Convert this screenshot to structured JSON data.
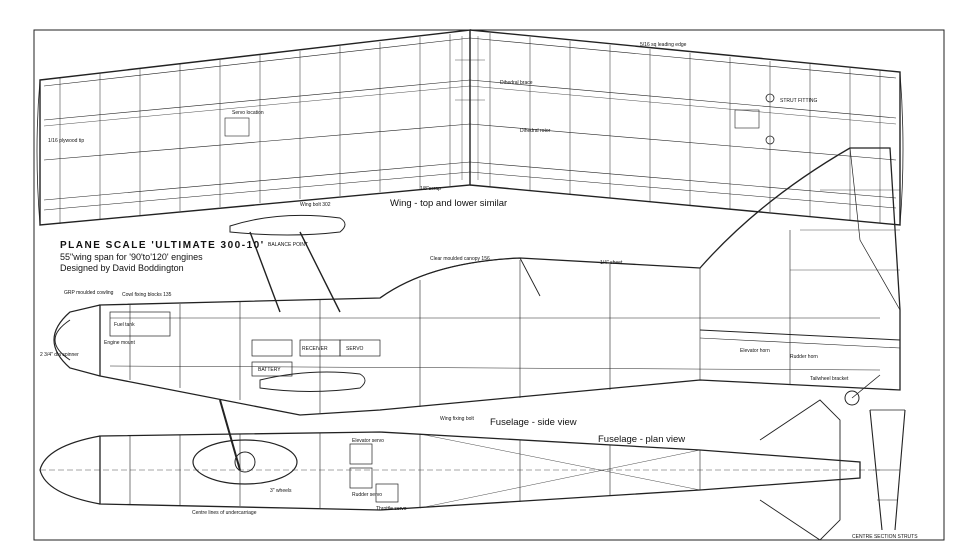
{
  "title": {
    "line1": "PLANE  SCALE  'ULTIMATE 300-10'",
    "line2": "55\"wing span for '90'to'120' engines",
    "line3": "Designed by David Boddington"
  },
  "views": {
    "wing": "Wing - top and lower similar",
    "fuselage_side": "Fuselage - side view",
    "fuselage_plan": "Fuselage - plan view",
    "centre_struts": "CENTRE SECTION STRUTS"
  },
  "callouts": {
    "wing_leading_edge": "5/16 sq leading edge",
    "dihedral_brace": "Dihedral brace",
    "dihedral_rotor": "Dihedral rotor",
    "servo_location": "Servo location",
    "strut_fitting": "STRUT FITTING",
    "wing_tip": "1/16 plywood tip",
    "trailing_edge": "1/8\"scrap",
    "balance_point": "BALANCE POINT",
    "wing_bolt": "Wing bolt 302",
    "clear_canopy": "Clear moulded canopy 156",
    "sheet_top": "1/4\" sheet",
    "grp_cowl": "GRP moulded cowling",
    "cowl_fixing": "Cowl fixing blocks 135",
    "fuel_tank": "Fuel tank",
    "engine_mount": "Engine mount",
    "spinner": "2 3/4\" dia spinner",
    "battery": "BATTERY",
    "receiver": "RECEIVER",
    "servo": "SERVO",
    "elevator_servo": "Elevator servo",
    "rudder_servo": "Rudder servo",
    "throttle_servo": "Throttle servo",
    "tailwheel": "Tailwheel bracket",
    "wing_fixing": "Wing fixing bolt",
    "elevator_horn": "Elevator horn",
    "rudder_horn": "Rudder horn",
    "undercarriage": "Centre lines of undercarriage",
    "wheels": "3\" wheels"
  }
}
